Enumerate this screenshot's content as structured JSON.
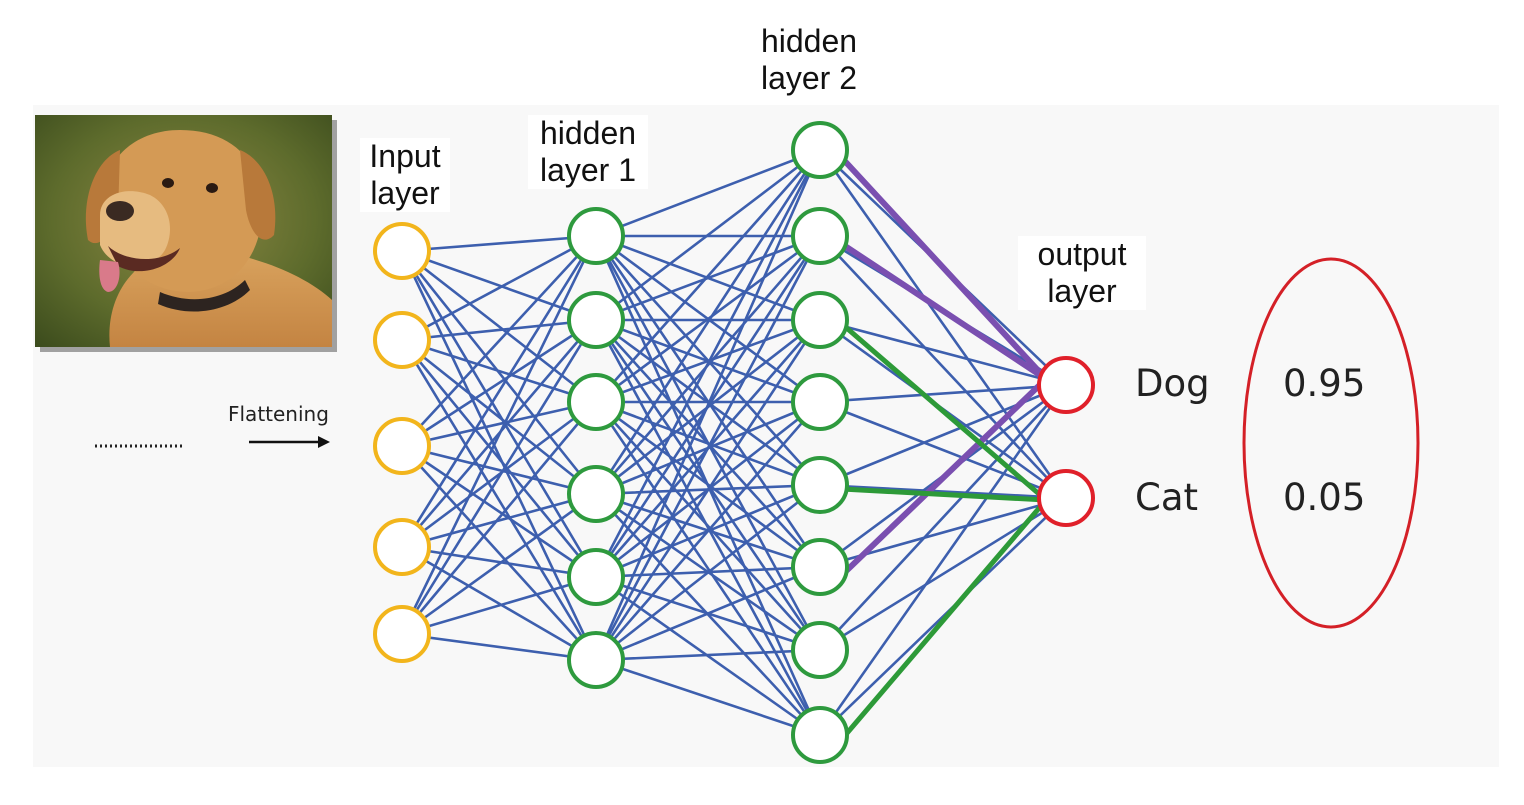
{
  "labels": {
    "input": "Input\nlayer",
    "hidden1": "hidden\nlayer 1",
    "hidden2": "hidden\nlayer 2",
    "output": "output\nlayer",
    "flattening": "Flattening"
  },
  "layers": [
    {
      "name": "input",
      "nodes": 5,
      "color": "#f2b51c"
    },
    {
      "name": "hidden1",
      "nodes": 6,
      "color": "#2e9a3e"
    },
    {
      "name": "hidden2",
      "nodes": 8,
      "color": "#2e9a3e"
    },
    {
      "name": "output",
      "nodes": 2,
      "color": "#e0202a"
    }
  ],
  "outputs": [
    {
      "class": "Dog",
      "probability": "0.95"
    },
    {
      "class": "Cat",
      "probability": "0.05"
    }
  ],
  "colors": {
    "connection": "#3d5fae",
    "dog_highlight": "#7a4fb0",
    "cat_highlight": "#2d9a38",
    "result_ellipse": "#d42027",
    "panel": "#f8f8f8"
  },
  "highlights": {
    "dog_from_hidden2": [
      1,
      2,
      6
    ],
    "cat_from_hidden2": [
      3,
      5,
      8
    ]
  },
  "image": {
    "subject": "dog-photo"
  }
}
